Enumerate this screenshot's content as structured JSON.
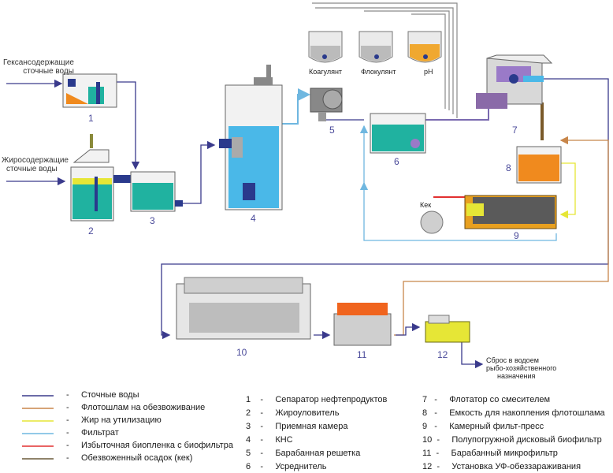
{
  "inputs": {
    "hexane": [
      "Гексансодержащие",
      "сточные воды"
    ],
    "fat": [
      "Жиросодержащие",
      "сточные воды"
    ]
  },
  "reagents": {
    "coagulant": "Коагулянт",
    "flocculant": "Флокулянт",
    "ph": "pH"
  },
  "cake_label": "Кек",
  "discharge": [
    "Сброс в водоем",
    "рыбо-хозяйственного",
    "назначения"
  ],
  "unit_numbers": [
    "1",
    "2",
    "3",
    "4",
    "5",
    "6",
    "7",
    "8",
    "9",
    "10",
    "11",
    "12"
  ],
  "legend_lines": [
    {
      "dash": "-",
      "label": "Сточные воды",
      "color": "#3a3a8c"
    },
    {
      "dash": "-",
      "label": "Флотошлам на обезвоживание",
      "color": "#c8864a"
    },
    {
      "dash": "-",
      "label": "Жир на утилизацию",
      "color": "#e6e636"
    },
    {
      "dash": "-",
      "label": "Фильтрат",
      "color": "#6fb7e0"
    },
    {
      "dash": "-",
      "label": "Избыточная биопленка с биофильтра",
      "color": "#e23030"
    },
    {
      "dash": "-",
      "label": "Обезвоженный осадок (кек)",
      "color": "#6a5a3a"
    }
  ],
  "legend_units_col1": [
    {
      "num": "1",
      "dash": "-",
      "label": "Сепаратор нефтепродуктов"
    },
    {
      "num": "2",
      "dash": "-",
      "label": "Жироуловитель"
    },
    {
      "num": "3",
      "dash": "-",
      "label": "Приемная камера"
    },
    {
      "num": "4",
      "dash": "-",
      "label": "КНС"
    },
    {
      "num": "5",
      "dash": "-",
      "label": "Барабанная решетка"
    },
    {
      "num": "6",
      "dash": "-",
      "label": "Усреднитель"
    }
  ],
  "legend_units_col2": [
    {
      "num": "7",
      "dash": "-",
      "label": "Флотатор со смесителем"
    },
    {
      "num": "8",
      "dash": "-",
      "label": "Емкость для накопления флотошлама"
    },
    {
      "num": "9",
      "dash": "-",
      "label": "Камерный фильт-пресс"
    },
    {
      "num": "10",
      "dash": "-",
      "label": "Полупогружной дисковый биофильтр"
    },
    {
      "num": "11",
      "dash": "-",
      "label": "Барабанный микрофильтр"
    },
    {
      "num": "12",
      "dash": "-",
      "label": "Установка УФ-обеззараживания"
    }
  ],
  "colors": {
    "wastewater": "#3a3a8c",
    "water": "#20b2a0",
    "sludge": "#f08a1e",
    "fat": "#e6e636",
    "filtrate": "#6fb7e0",
    "biofilm": "#e23030",
    "cake": "#6a5a3a",
    "equipment": "#9a9a9a"
  }
}
